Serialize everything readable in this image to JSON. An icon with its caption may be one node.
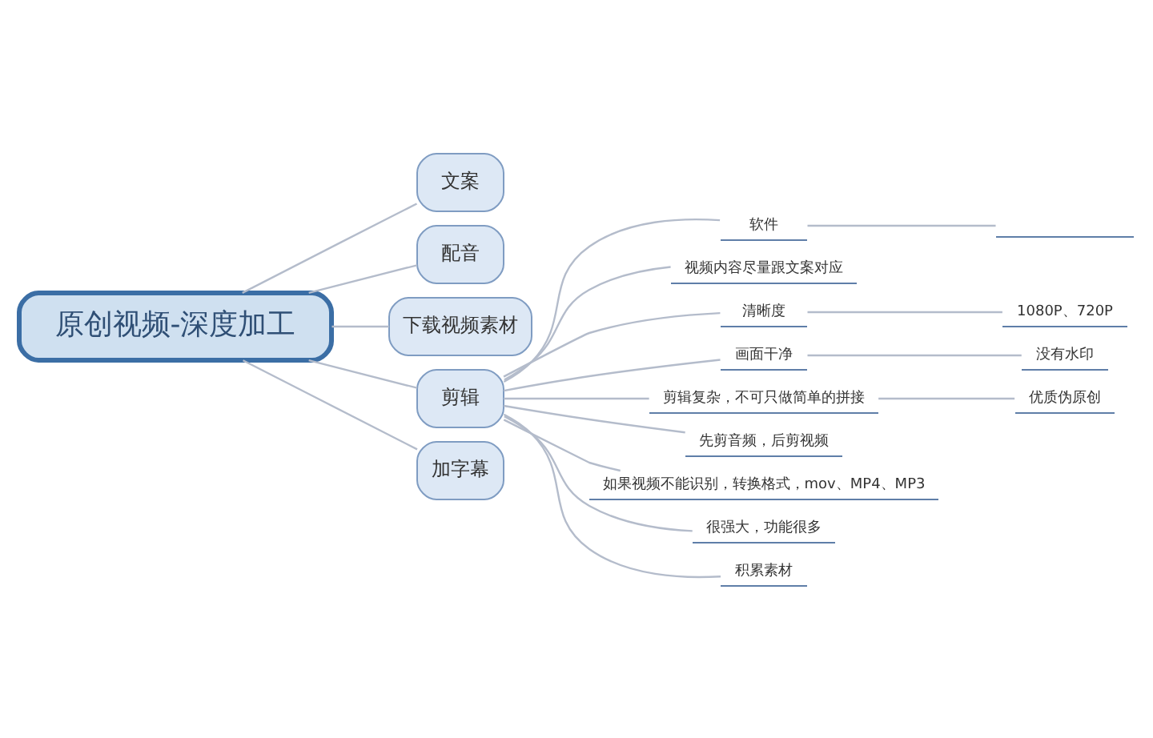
{
  "diagram": {
    "nodes": [
      {
        "text": [
          "原创视频-深度加工"
        ]
      },
      {
        "text": [
          "文案"
        ]
      },
      {
        "text": [
          "配音"
        ]
      },
      {
        "text": [
          "下载视频素材"
        ]
      },
      {
        "text": [
          "剪辑"
        ]
      },
      {
        "text": [
          "软件"
        ]
      },
      {
        "text": [],
        "shape": "line"
      },
      {
        "text": [
          "视频内容尽量跟文案对应"
        ]
      },
      {
        "text": [
          "清晰度"
        ]
      },
      {
        "text": [
          "1080P、720P"
        ]
      },
      {
        "text": [
          "画面干净"
        ]
      },
      {
        "text": [
          "没有水印"
        ]
      },
      {
        "text": [
          "剪辑复杂，不可只做简单的拼接"
        ]
      },
      {
        "text": [
          "优质伪原创"
        ]
      },
      {
        "text": [
          "先剪音频，后剪视频"
        ]
      },
      {
        "text": [
          "如果视频不能识别，转换格式，mov、MP4、MP3"
        ]
      },
      {
        "text": [
          "很强大，功能很多"
        ]
      },
      {
        "text": [
          "积累素材"
        ]
      },
      {
        "text": [
          "加字幕"
        ]
      }
    ],
    "edges": [
      {
        "from": 0,
        "to": 1,
        "arrow": "none"
      },
      {
        "from": 0,
        "to": 2,
        "arrow": "none"
      },
      {
        "from": 0,
        "to": 3,
        "arrow": "none"
      },
      {
        "from": 0,
        "to": 4,
        "arrow": "none"
      },
      {
        "from": 4,
        "to": 5,
        "arrow": "none"
      },
      {
        "from": 5,
        "to": 6,
        "arrow": "none"
      },
      {
        "from": 4,
        "to": 7,
        "arrow": "none"
      },
      {
        "from": 4,
        "to": 8,
        "arrow": "none"
      },
      {
        "from": 8,
        "to": 9,
        "arrow": "none"
      },
      {
        "from": 4,
        "to": 10,
        "arrow": "none"
      },
      {
        "from": 10,
        "to": 11,
        "arrow": "none"
      },
      {
        "from": 4,
        "to": 12,
        "arrow": "none"
      },
      {
        "from": 12,
        "to": 13,
        "arrow": "none"
      },
      {
        "from": 4,
        "to": 14,
        "arrow": "none"
      },
      {
        "from": 4,
        "to": 15,
        "arrow": "none"
      },
      {
        "from": 4,
        "to": 16,
        "arrow": "none"
      },
      {
        "from": 4,
        "to": 17,
        "arrow": "none"
      },
      {
        "from": 0,
        "to": 18,
        "arrow": "none"
      }
    ]
  }
}
